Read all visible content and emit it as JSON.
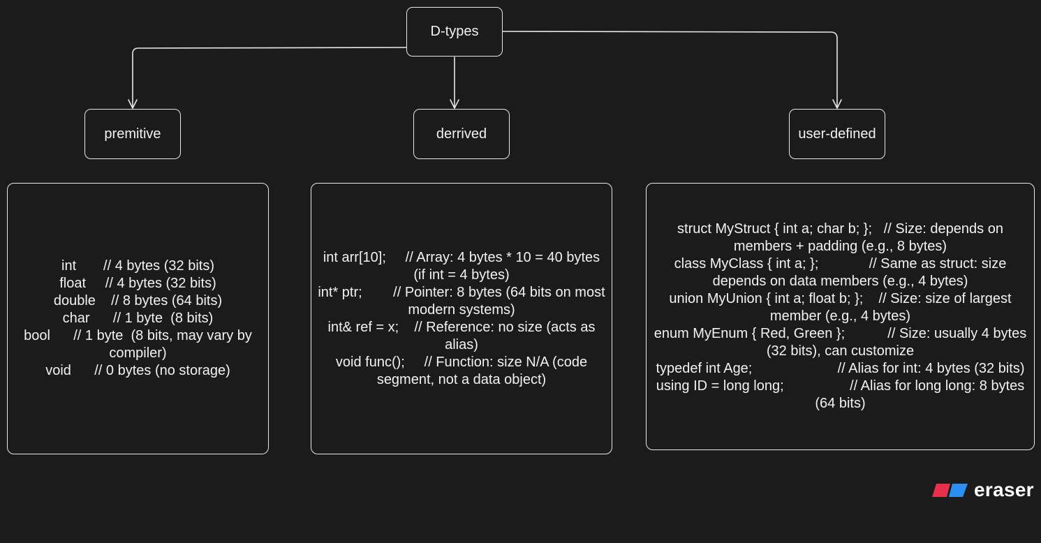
{
  "root": {
    "label": "D-types"
  },
  "categories": [
    {
      "label": "premitive",
      "text": "int       // 4 bytes (32 bits)\nfloat     // 4 bytes (32 bits)\ndouble    // 8 bytes (64 bits)\nchar      // 1 byte  (8 bits)\nbool      // 1 byte  (8 bits, may vary by compiler)\nvoid      // 0 bytes (no storage)"
    },
    {
      "label": "derrived",
      "text": "int arr[10];     // Array: 4 bytes * 10 = 40 bytes (if int = 4 bytes)\nint* ptr;        // Pointer: 8 bytes (64 bits on most modern systems)\nint& ref = x;    // Reference: no size (acts as alias)\nvoid func();     // Function: size N/A (code segment, not a data object)"
    },
    {
      "label": "user-defined",
      "text": "struct MyStruct { int a; char b; };   // Size: depends on members + padding (e.g., 8 bytes)\nclass MyClass { int a; };             // Same as struct: size depends on data members (e.g., 4 bytes)\nunion MyUnion { int a; float b; };    // Size: size of largest member (e.g., 4 bytes)\nenum MyEnum { Red, Green };           // Size: usually 4 bytes (32 bits), can customize\ntypedef int Age;                      // Alias for int: 4 bytes (32 bits)\nusing ID = long long;                 // Alias for long long: 8 bytes (64 bits)"
    }
  ],
  "branding": {
    "logo_text": "eraser",
    "logo_colors": [
      "#e8304a",
      "#2a8ff0"
    ]
  },
  "colors": {
    "background": "#1b1b1c",
    "stroke": "#e8e8e8",
    "text": "#f2f2f2"
  }
}
